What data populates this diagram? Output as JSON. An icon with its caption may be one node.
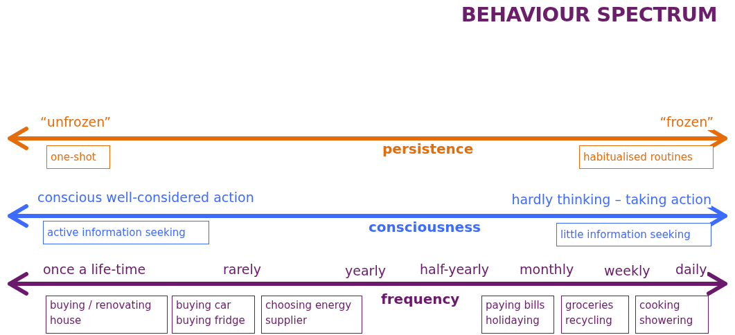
{
  "diagram": {
    "title": "BEHAVIOUR SPECTRUM",
    "nodes": [
      {
        "text": [
          "one-shot"
        ]
      },
      {
        "text": [
          "habitualised routines"
        ]
      },
      {
        "text": [
          "active information seeking"
        ]
      },
      {
        "text": [
          "little information seeking"
        ]
      },
      {
        "text": [
          "buying / renovating house"
        ]
      },
      {
        "text": [
          "buying car",
          "buying fridge"
        ]
      },
      {
        "text": [
          "choosing energy supplier"
        ]
      },
      {
        "text": [
          "paying bills",
          "holidaying"
        ]
      },
      {
        "text": [
          "groceries",
          "recycling"
        ]
      },
      {
        "text": [
          "cooking",
          "showering"
        ]
      }
    ],
    "labels": [
      "“unfrozen”",
      "“frozen”",
      "persistence",
      "conscious well-considered action",
      "hardly thinking – taking action",
      "consciousness",
      "once a life-time",
      "rarely",
      "yearly",
      "half-yearly",
      "monthly",
      "weekly",
      "daily",
      "frequency"
    ]
  }
}
